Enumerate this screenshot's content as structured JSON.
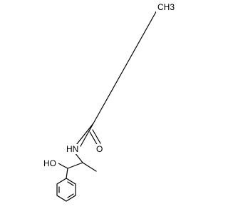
{
  "molecule": {
    "labels": {
      "ch3": "CH3",
      "nh": "HN",
      "oxygen": "O",
      "hydroxyl": "HO"
    }
  }
}
